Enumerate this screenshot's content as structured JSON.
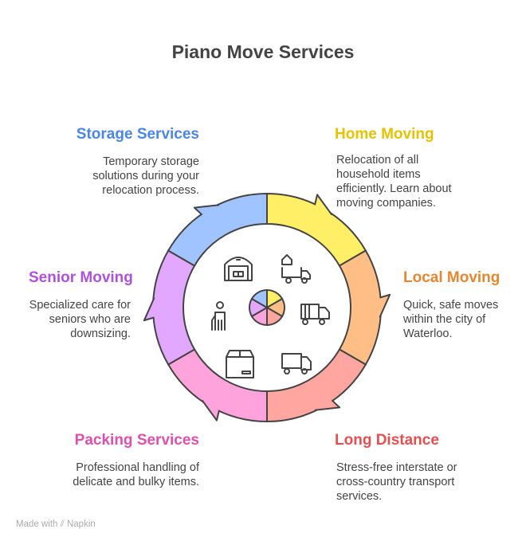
{
  "title": "Piano Move Services",
  "items": [
    {
      "name": "Home Moving",
      "desc": "Relocation of all household items efficiently. Learn about moving companies.",
      "color": "#FFEF66",
      "text_color": "#E6C200",
      "icon": "house-truck-icon"
    },
    {
      "name": "Local Moving",
      "desc": "Quick, safe moves within the city of Waterloo.",
      "color": "#FFBE85",
      "text_color": "#E8862F",
      "icon": "forklift-truck-icon"
    },
    {
      "name": "Long Distance",
      "desc": "Stress-free interstate or cross-country transport services.",
      "color": "#FFA6A0",
      "text_color": "#E5504F",
      "icon": "truck-icon"
    },
    {
      "name": "Packing Services",
      "desc": "Professional handling of delicate and bulky items.",
      "color": "#FFA3DC",
      "text_color": "#E04FAF",
      "icon": "box-icon"
    },
    {
      "name": "Senior Moving",
      "desc": "Specialized care for seniors who are downsizing.",
      "color": "#E2A8FF",
      "text_color": "#B050E0",
      "icon": "senior-person-icon"
    },
    {
      "name": "Storage Services",
      "desc": "Temporary storage solutions during your relocation process.",
      "color": "#A0C4FF",
      "text_color": "#4A86E8",
      "icon": "warehouse-icon"
    }
  ],
  "footer": {
    "made_with": "Made with",
    "brand": "Napkin"
  }
}
